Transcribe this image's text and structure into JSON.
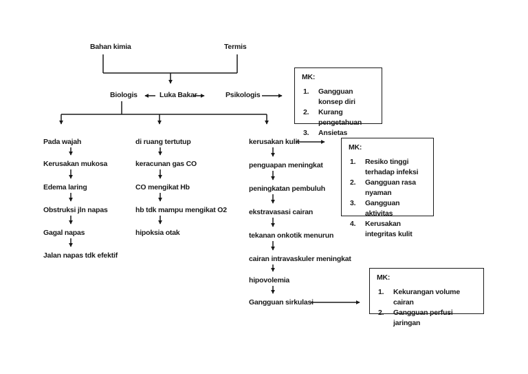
{
  "diagram": {
    "top": {
      "bahan_kimia": "Bahan kimia",
      "termis": "Termis",
      "biologis": "Biologis",
      "luka_bakar": "Luka Bakar",
      "psikologis": "Psikologis"
    },
    "col1": [
      "Pada wajah",
      "Kerusakan mukosa",
      "Edema laring",
      "Obstruksi jln napas",
      "Gagal napas",
      "Jalan napas tdk efektif"
    ],
    "col2": [
      "di ruang tertutup",
      "keracunan gas CO",
      "CO mengikat Hb",
      "hb tdk mampu mengikat O2",
      "hipoksia otak"
    ],
    "col3": [
      "kerusakan kulit",
      "penguapan meningkat",
      "peningkatan pembuluh",
      "ekstravasasi cairan",
      "tekanan onkotik menurun",
      "cairan intravaskuler meningkat",
      "hipovolemia",
      "Gangguan sirkulasi"
    ],
    "mk1": {
      "title": "MK:",
      "items": [
        "Gangguan konsep diri",
        "Kurang pengetahuan",
        "Ansietas"
      ]
    },
    "mk2": {
      "title": "MK:",
      "items": [
        "Resiko tinggi terhadap infeksi",
        "Gangguan rasa nyaman",
        "Gangguan aktivitas",
        "Kerusakan integritas kulit"
      ]
    },
    "mk3": {
      "title": "MK:",
      "items": [
        "Kekurangan volume cairan",
        "Gangguan perfusi jaringan"
      ]
    },
    "colors": {
      "text": "#191919",
      "line": "#191919",
      "background": "#ffffff"
    }
  }
}
